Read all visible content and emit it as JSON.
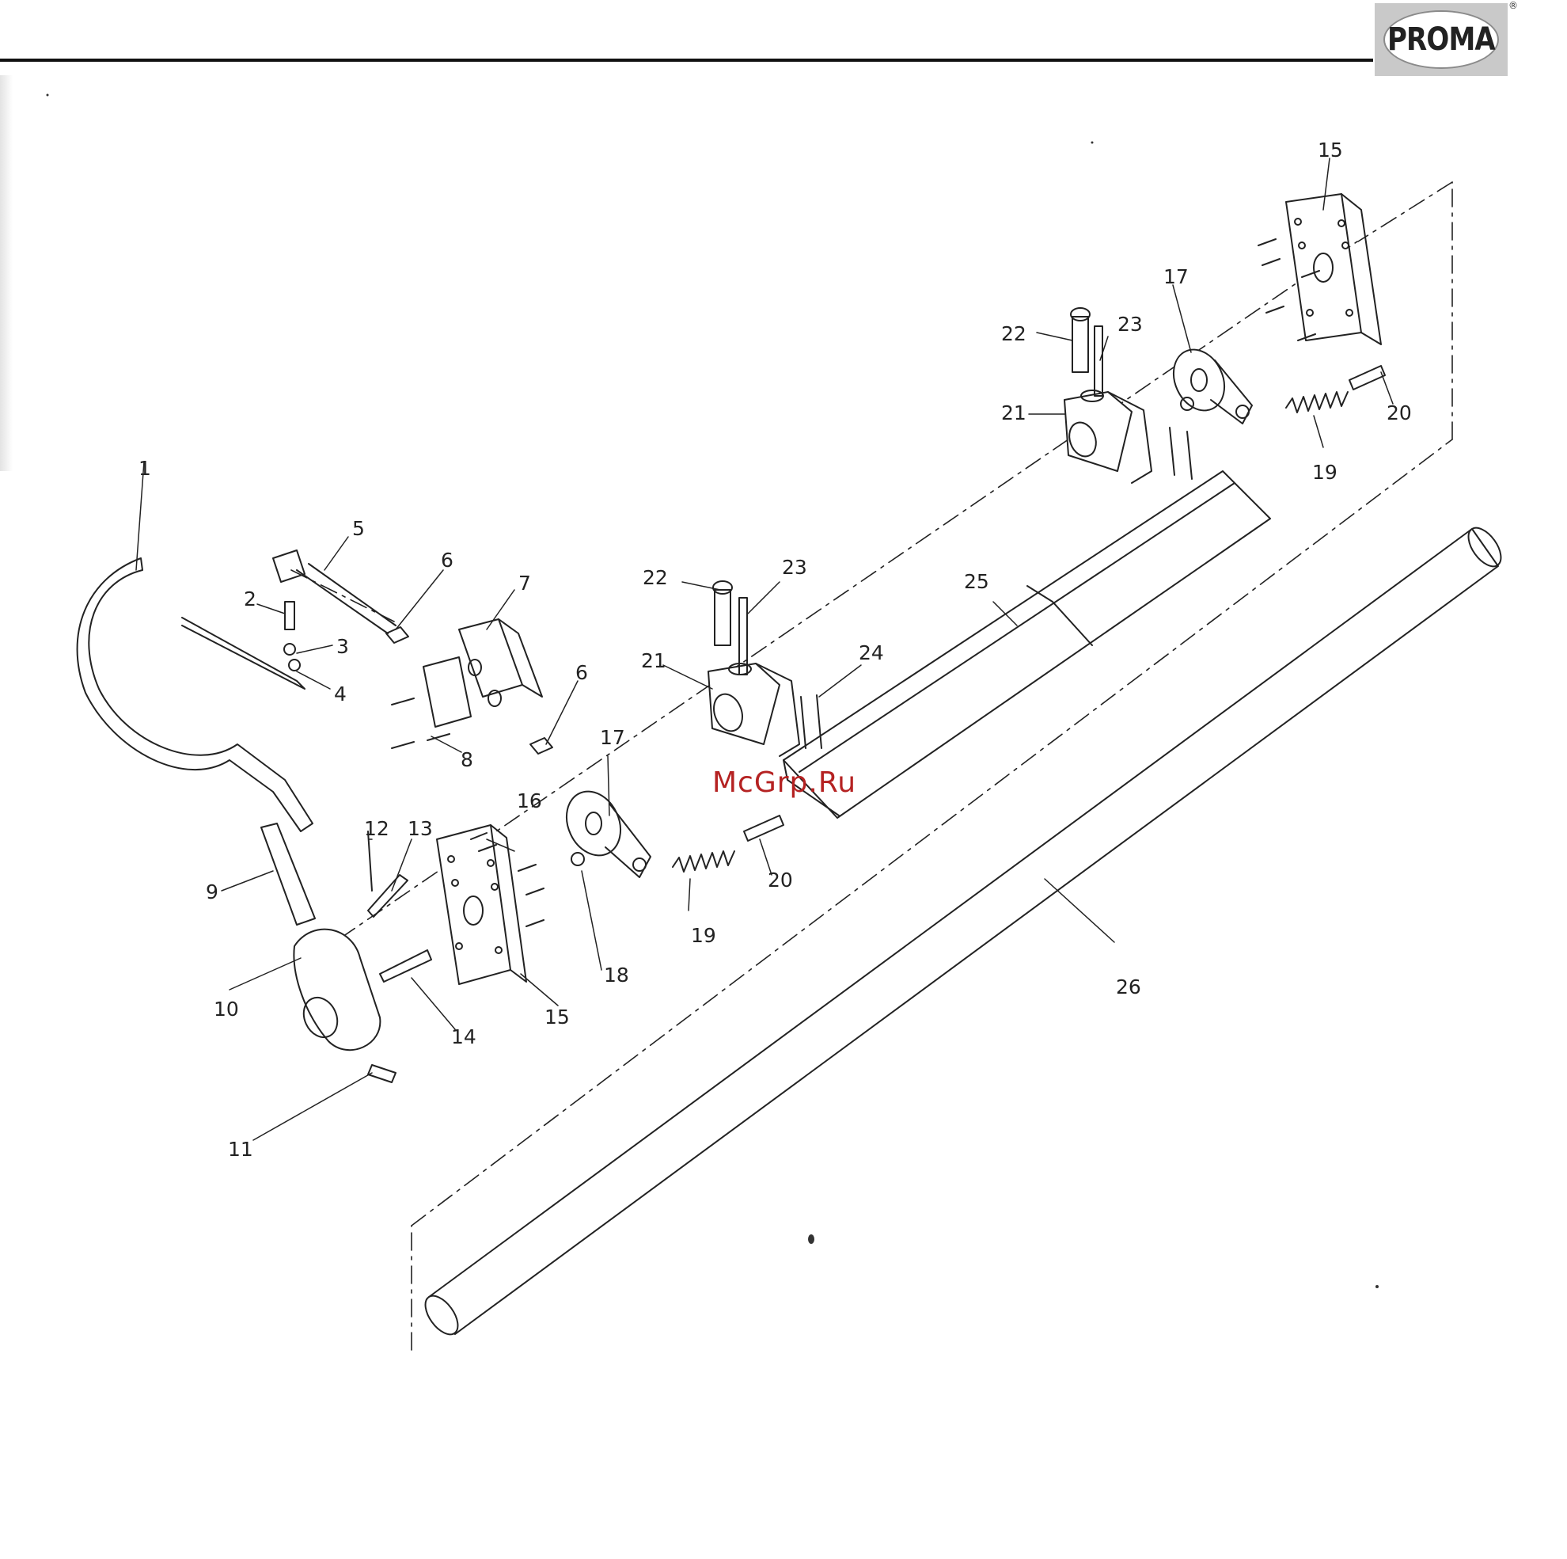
{
  "header": {
    "logo_text": "PROMA",
    "logo_mark": "®"
  },
  "watermark": "McGrp.Ru",
  "callouts": {
    "c1": "1",
    "c2": "2",
    "c3": "3",
    "c4": "4",
    "c5": "5",
    "c6a": "6",
    "c6b": "6",
    "c7": "7",
    "c8": "8",
    "c9": "9",
    "c10": "10",
    "c11": "11",
    "c12": "12",
    "c13": "13",
    "c14": "14",
    "c15a": "15",
    "c15b": "15",
    "c16": "16",
    "c17a": "17",
    "c17b": "17",
    "c18": "18",
    "c19a": "19",
    "c19b": "19",
    "c20a": "20",
    "c20b": "20",
    "c21a": "21",
    "c21b": "21",
    "c22a": "22",
    "c22b": "22",
    "c23a": "23",
    "c23b": "23",
    "c24": "24",
    "c25": "25",
    "c26": "26"
  }
}
